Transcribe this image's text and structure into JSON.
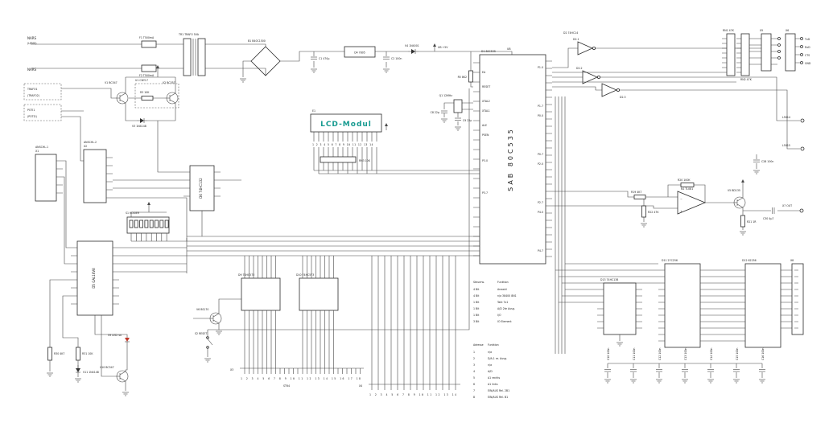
{
  "diagram": {
    "kind": "electronic-schematic",
    "accent_color": "#169a90",
    "line_color": "#474747"
  },
  "labels": {
    "nars1": "NARS",
    "lemo": "(LEMO)",
    "nars2": "NARS",
    "trafo1": "TRAFO1",
    "trafo2": "(TRAFO2)",
    "poti1": "POTI1",
    "poti2": "(POTI2)",
    "f1": "F1 T500mA",
    "f2": "F2 T500mA",
    "tr1": "TR1 TRAFO 5VA",
    "b1": "B1 B40C1500",
    "c1": "C1 470µ",
    "d4": "D4 7805",
    "c2": "C2 100n",
    "v4": "V4 1N4001",
    "ub": "UB +5V",
    "ub2": "UB",
    "x1": "X1",
    "x1cap": "ANSCHL.1",
    "x2": "X2",
    "x2cap": "ANSCHL.2",
    "v1": "V1 BC547",
    "v2": "V2 BC557",
    "r3": "R3 10K",
    "v3": "V3 1N4148",
    "u1": "U1 CNY17",
    "s1": "S1 KODIER",
    "d5": "D5 GAL16V8",
    "d6": "D6 74HC132",
    "r30": "R30 4K7",
    "r31": "R31 10K",
    "v9": "V9 LED rot",
    "v10": "V10 BC547",
    "v11": "V11 1N4148",
    "s2": "S2 RESET",
    "e1": "E1",
    "lcd": "LCD-Modul",
    "rn3": "RN3 10K",
    "d1": "D1 80C535",
    "mcu": "SAB 80C535",
    "q1": "Q1 12MHz",
    "c8": "C8 22p",
    "c9": "C9 22p",
    "r5": "R5 8K2",
    "reset": "RESET",
    "ea": "EA",
    "xtal1": "XTAL1",
    "xtal2": "XTAL2",
    "ale": "ALE",
    "psen": "PSEN",
    "p30": "P3.0",
    "p37": "P3.7",
    "p10": "P1.0",
    "p17": "P1.7",
    "p00": "P0.0",
    "p07": "P0.7",
    "p20": "P2.0",
    "p27": "P2.7",
    "p40": "P4.0",
    "p47": "P4.7",
    "d2group": "D2 74HC14",
    "d21": "D2.1",
    "d22": "D2.2",
    "d23": "D2.3",
    "rn1": "RN1 47K",
    "rn2": "RN2 47K",
    "x5": "X5",
    "x6": "X6",
    "txd": "TxD",
    "rxd": "RxD",
    "cts": "CTS",
    "gnd": "GND",
    "l5014": "L5014",
    "l5015": "L5015",
    "c28": "C28 100n",
    "n1": "N1 TL081",
    "r19": "R19 4K7",
    "r20": "R20 100K",
    "r22": "R22 47K",
    "v5": "V5 BD135",
    "r21": "R21 1R",
    "c30": "C30 4µ7",
    "x7": "X7 OUT",
    "dec": "D13 74HC138",
    "rom": "D11 27C256",
    "ram": "D12 62256",
    "x8": "X8",
    "d9": "D9 74HC573",
    "d10": "D10 74HC573",
    "v6": "V6 BS170",
    "x3": "X3",
    "x3cap": "ST64",
    "x4": "X4"
  },
  "pins": {
    "lcd_numbers": "1 2 3 4 5 6 7 8 9 10 11 12 13 14",
    "x3_numbers": "1 2 3 4 5 6 7 8 9 10 11 12 13 14 15 16 17 18",
    "x4_numbers": "1 2 3 4 5 6 7 8 9 10 11 12 13 14"
  },
  "caps_row": [
    "C10 100n",
    "C11 100n",
    "C12 100n",
    "C13 100n",
    "C14 100n",
    "C15 100n",
    "C16 100n"
  ],
  "tables": {
    "signals": {
      "title_col1": "Steuerw.",
      "title_col2": "Funktion",
      "rows": [
        [
          "4 Bit",
          "Anwahl"
        ],
        [
          "4 Bit",
          "n/a 38400 8N1"
        ],
        [
          "1 Bit",
          "Takt 7x1"
        ],
        [
          "1 Bit",
          "A/D 2te Ausg."
        ],
        [
          "1 Bit",
          "I/O"
        ],
        [
          "3 Bit",
          "IO Element"
        ]
      ]
    },
    "addresses": {
      "title_col1": "Adresse",
      "title_col2": "Funktion",
      "rows": [
        [
          "1",
          "n/a"
        ],
        [
          "2",
          "D/A-1 re. Ausg."
        ],
        [
          "3",
          "n/a"
        ],
        [
          "4",
          "A/D"
        ],
        [
          "5",
          "A1 rechts"
        ],
        [
          "6",
          "A1 links"
        ],
        [
          "7",
          "EIN/AUS Rel. 2B1"
        ],
        [
          "8",
          "EIN/AUS Rel. B1"
        ]
      ]
    }
  }
}
